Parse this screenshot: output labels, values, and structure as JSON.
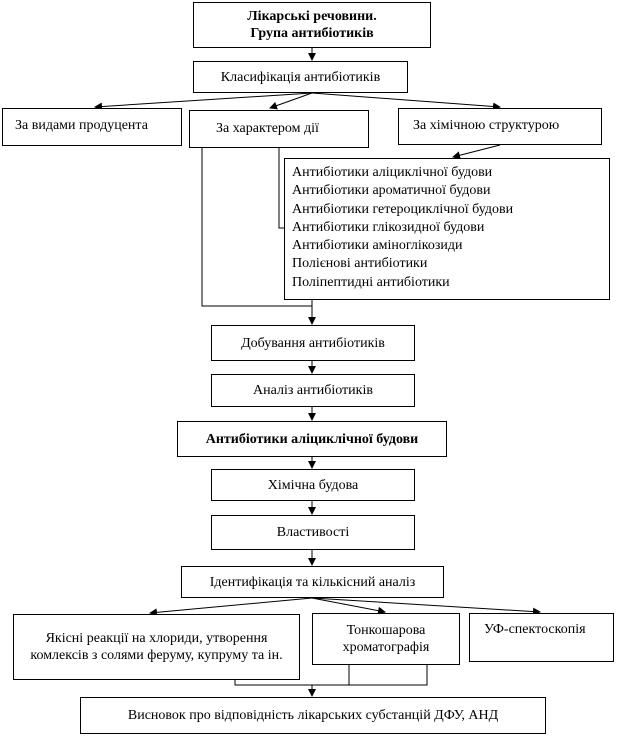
{
  "header": {
    "line1": "Лікарські речовини.",
    "line2": "Група антибіотиків"
  },
  "classification": "Класифікація антибіотиків",
  "branches": {
    "by_producer": "За видами продуцента",
    "by_action": "За характером дії",
    "by_structure": "За хімічною структурою"
  },
  "structure_list": [
    "Антибіотики аліциклічної будови",
    "Антибіотики ароматичної будови",
    "Антибіотики гетероциклічної будови",
    "Антибіотики глікозидної будови",
    "Антибіотики аміноглікозиди",
    "Полієнові антибіотики",
    "Поліпептидні антибіотики"
  ],
  "steps": {
    "production": "Добування антибіотиків",
    "analysis": "Аналіз антибіотиків",
    "alicyclic": "Антибіотики аліциклічної будови",
    "chemical_structure": "Хімічна будова",
    "properties": "Властивості",
    "identification": "Ідентифікація та кількісний аналіз"
  },
  "methods": {
    "qualitative": "Якісні реакції на хлориди, утворення комлексів з солями феруму, купруму та ін.",
    "tlc": "Тонкошарова хроматографія",
    "uv": "УФ-спектоскопія"
  },
  "conclusion": "Висновок про відповідність лікарських субстанцій ДФУ, АНД"
}
